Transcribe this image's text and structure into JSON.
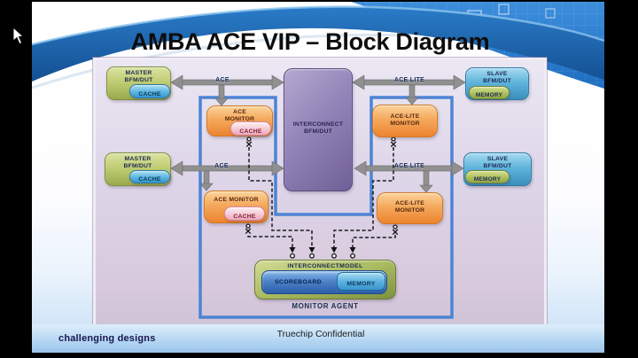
{
  "slide": {
    "title": "AMBA ACE VIP – Block Diagram",
    "footer_left": "challenging designs",
    "footer_center": "Truechip Confidential"
  },
  "diagram": {
    "masters": [
      {
        "line1": "MASTER",
        "line2": "BFM/DUT",
        "cache": "CACHE"
      },
      {
        "line1": "MASTER",
        "line2": "BFM/DUT",
        "cache": "CACHE"
      }
    ],
    "slaves": [
      {
        "line1": "SLAVE",
        "line2": "BFM/DUT",
        "memory": "MEMORY"
      },
      {
        "line1": "SLAVE",
        "line2": "BFM/DUT",
        "memory": "MEMORY"
      }
    ],
    "interconnect": {
      "line1": "INTERCONNECT",
      "line2": "BFM/DUT"
    },
    "ace_monitors": [
      {
        "line1": "ACE",
        "line2": "MONITOR",
        "cache": "CACHE"
      },
      {
        "line1": "ACE MONITOR",
        "line2": "",
        "cache": "CACHE"
      }
    ],
    "ace_lite_monitors": [
      {
        "line1": "ACE-LITE",
        "line2": "MONITOR"
      },
      {
        "line1": "ACE-LITE",
        "line2": "MONITOR"
      }
    ],
    "buses": {
      "ace_top": "ACE",
      "ace_bottom": "ACE",
      "ace_lite_top": "ACE LITE",
      "ace_lite_bottom": "ACE LITE"
    },
    "model": {
      "title": "INTERCONNECTMODEL",
      "scoreboard": "SCOREBOARD",
      "memory": "MEMORY"
    },
    "agent_label": "MONITOR AGENT"
  },
  "colors": {
    "header_blue": "#2f85d6",
    "ribbon_blue": "#1b5ea8",
    "boundary_blue": "#4d84d4",
    "panel_lavender": "#ddd5e8",
    "master_green": "#aebf62",
    "slave_blue": "#5fb6dc",
    "monitor_orange": "#f29a45",
    "interconnect_purple": "#8d7fb5",
    "cache_blue": "#55b0e0",
    "cache_pink": "#f3c7d2",
    "memory_green": "#b8c96a",
    "model_olive": "#a9b86a",
    "scoreboard_blue": "#4a7ec2",
    "arrow_gray": "#909090",
    "footer_band_blue": "#b5d7f3",
    "title_text": "#0d0d0d"
  }
}
